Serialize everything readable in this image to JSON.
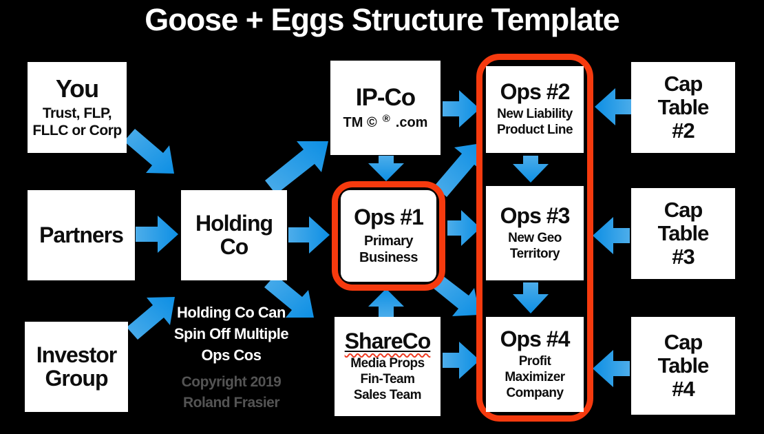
{
  "title": "Goose + Eggs Structure Template",
  "nodes": {
    "you": {
      "title": "You",
      "sub": [
        "Trust, FLP,",
        "FLLC or Corp"
      ]
    },
    "partners": {
      "title": "Partners"
    },
    "investor_group": {
      "lines": [
        "Investor",
        "Group"
      ]
    },
    "holding_co": {
      "lines": [
        "Holding",
        "Co"
      ]
    },
    "ip_co": {
      "title": "IP-Co",
      "tm_prefix": "TM ©",
      "tm_sup": "®",
      "tm_suffix": ".com"
    },
    "ops1": {
      "title": "Ops #1",
      "sub": [
        "Primary",
        "Business"
      ]
    },
    "ops2": {
      "title": "Ops #2",
      "sub": [
        "New Liability",
        "Product Line"
      ]
    },
    "ops3": {
      "title": "Ops #3",
      "sub": [
        "New Geo",
        "Territory"
      ]
    },
    "ops4": {
      "title": "Ops #4",
      "sub": [
        "Profit",
        "Maximizer",
        "Company"
      ]
    },
    "share_co": {
      "title": "ShareCo",
      "sub": [
        "Media Props",
        "Fin-Team",
        "Sales Team"
      ]
    },
    "cap_table_2": {
      "lines": [
        "Cap",
        "Table",
        "#2"
      ]
    },
    "cap_table_3": {
      "lines": [
        "Cap",
        "Table",
        "#3"
      ]
    },
    "cap_table_4": {
      "lines": [
        "Cap",
        "Table",
        "#4"
      ]
    }
  },
  "caption": {
    "lines": [
      "Holding Co Can",
      "Spin Off Multiple",
      "Ops Cos"
    ]
  },
  "copyright": {
    "lines": [
      "Copyright 2019",
      "Roland Frasier"
    ]
  },
  "edges": [
    {
      "from": "You",
      "to": "Holding Co"
    },
    {
      "from": "Partners",
      "to": "Holding Co"
    },
    {
      "from": "Investor Group",
      "to": "Holding Co"
    },
    {
      "from": "Holding Co",
      "to": "IP-Co"
    },
    {
      "from": "Holding Co",
      "to": "Ops #1"
    },
    {
      "from": "Holding Co",
      "to": "ShareCo"
    },
    {
      "from": "IP-Co",
      "to": "Ops #1"
    },
    {
      "from": "IP-Co",
      "to": "Ops #2"
    },
    {
      "from": "Ops #1",
      "to": "Ops #2"
    },
    {
      "from": "Ops #1",
      "to": "Ops #3"
    },
    {
      "from": "Ops #1",
      "to": "Ops #4"
    },
    {
      "from": "ShareCo",
      "to": "Ops #1"
    },
    {
      "from": "ShareCo",
      "to": "Ops #4"
    },
    {
      "from": "Cap Table #2",
      "to": "Ops #2"
    },
    {
      "from": "Cap Table #3",
      "to": "Ops #3"
    },
    {
      "from": "Cap Table #4",
      "to": "Ops #4"
    },
    {
      "from": "Ops #2",
      "to": "Ops #3"
    },
    {
      "from": "Ops #3",
      "to": "Ops #4"
    }
  ],
  "colors": {
    "background": "#000000",
    "arrow_blue": "#1E9CE4",
    "highlight_red": "#F63A0E",
    "box_white": "#FFFFFF",
    "text_black": "#0D0D0D",
    "copyright_gray": "#545454"
  }
}
